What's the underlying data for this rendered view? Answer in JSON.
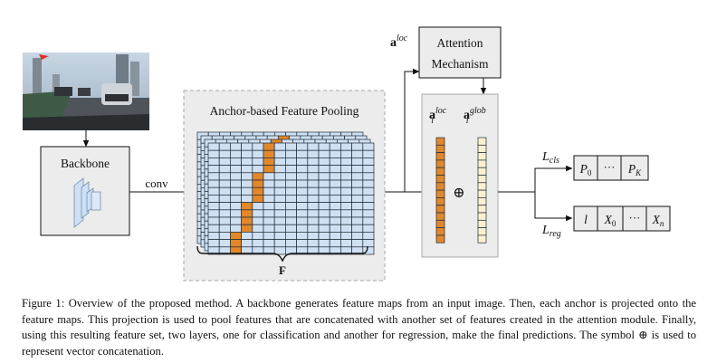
{
  "figure": {
    "backbone_label": "Backbone",
    "conv_label": "conv",
    "pooling_label": "Anchor-based Feature Pooling",
    "feature_label": "F",
    "attention_label_line1": "Attention",
    "attention_label_line2": "Mechanism",
    "a_loc_top": {
      "base": "a",
      "sup": "loc"
    },
    "a_loc_i": {
      "base": "a",
      "sub": "i",
      "sup": "loc"
    },
    "a_glob_i": {
      "base": "a",
      "sub": "i",
      "sup": "glob"
    },
    "concat_symbol": "⊕",
    "l_cls": {
      "base": "L",
      "sub": "cls"
    },
    "l_reg": {
      "base": "L",
      "sub": "reg"
    },
    "cls_cells": [
      "P0",
      "···",
      "PK"
    ],
    "reg_cells": [
      "l",
      "X0",
      "···",
      "Xn"
    ],
    "colors": {
      "grid_cell": "#cfe0f3",
      "anchor_cell": "#e2872a",
      "glob_cell": "#fbf1cc",
      "panel_bg": "#ececec"
    }
  },
  "caption": "Figure 1: Overview of the proposed method. A backbone generates feature maps from an input image. Then, each anchor is projected onto the feature maps. This projection is used to pool features that are concatenated with another set of features created in the attention module. Finally, using this resulting feature set, two layers, one for classification and another for regression, make the final predictions. The symbol ⊕ is used to represent vector concatenation."
}
